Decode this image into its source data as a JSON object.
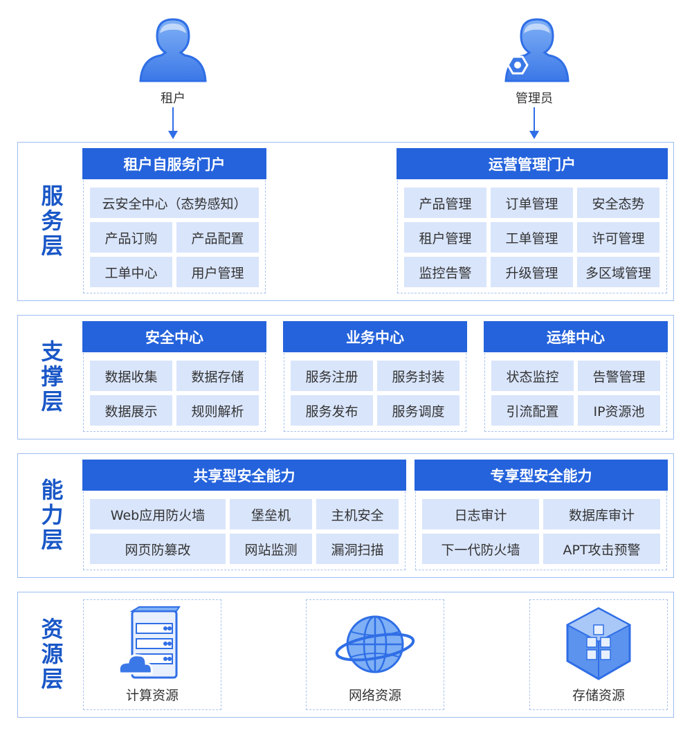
{
  "actors": {
    "tenant": "租户",
    "admin": "管理员"
  },
  "service": {
    "title": "服务层",
    "tenant_portal": {
      "header": "租户自服务门户",
      "wide": "云安全中心（态势感知）",
      "items": [
        "产品订购",
        "产品配置",
        "工单中心",
        "用户管理"
      ]
    },
    "ops_portal": {
      "header": "运营管理门户",
      "items": [
        "产品管理",
        "订单管理",
        "安全态势",
        "租户管理",
        "工单管理",
        "许可管理",
        "监控告警",
        "升级管理",
        "多区域管理"
      ]
    }
  },
  "support": {
    "title": "支撑层",
    "security_center": {
      "header": "安全中心",
      "items": [
        "数据收集",
        "数据存储",
        "数据展示",
        "规则解析"
      ]
    },
    "business_center": {
      "header": "业务中心",
      "items": [
        "服务注册",
        "服务封装",
        "服务发布",
        "服务调度"
      ]
    },
    "ops_center": {
      "header": "运维中心",
      "items": [
        "状态监控",
        "告警管理",
        "引流配置",
        "IP资源池"
      ]
    }
  },
  "capability": {
    "title": "能力层",
    "shared": {
      "header": "共享型安全能力",
      "items": [
        "Web应用防火墙",
        "堡垒机",
        "主机安全",
        "网页防篡改",
        "网站监测",
        "漏洞扫描"
      ]
    },
    "dedicated": {
      "header": "专享型安全能力",
      "items": [
        "日志审计",
        "数据库审计",
        "下一代防火墙",
        "APT攻击预警"
      ]
    }
  },
  "resource": {
    "title": "资源层",
    "compute": {
      "label": "计算资源",
      "icon": "server-cloud-icon"
    },
    "network": {
      "label": "网络资源",
      "icon": "globe-icon"
    },
    "storage": {
      "label": "存储资源",
      "icon": "storage-cube-icon"
    }
  },
  "colors": {
    "accent": "#2563dc",
    "cell_bg": "#d9e5fb",
    "layer_title": "#1957c7",
    "border": "#9cbcf0"
  }
}
